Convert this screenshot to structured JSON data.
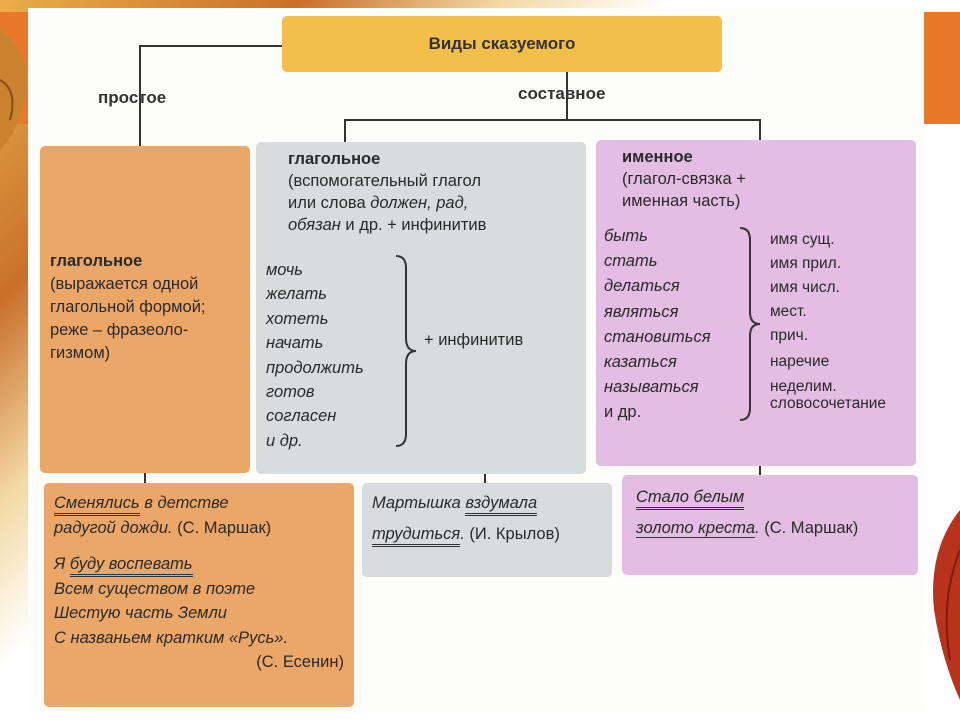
{
  "title": "Виды сказуемого",
  "branches": {
    "simple": "простое",
    "compound": "составное"
  },
  "simple_col": {
    "heading": "глагольное",
    "description": [
      "(выражается одной",
      "глагольной формой;",
      "реже – фразеоло-",
      "гизмом)"
    ]
  },
  "verbal_col": {
    "heading": "глагольное",
    "desc_line1": "(вспомогательный глагол",
    "desc_line2_pre": "или слова ",
    "desc_line2_it": "должен, рад,",
    "desc_line3_it": "обязан",
    "desc_line3_post": " и др. + инфинитив",
    "words": [
      "мочь",
      "желать",
      "хотеть",
      "начать",
      "продолжить",
      "готов",
      "согласен",
      "и др."
    ],
    "brace_label": "+ инфинитив"
  },
  "nominal_col": {
    "heading": "именное",
    "desc_line1": "(глагол-связка +",
    "desc_line2": "именная часть)",
    "verbs": [
      "быть",
      "стать",
      "делаться",
      "являться",
      "становиться",
      "казаться",
      "называться",
      "и др."
    ],
    "parts": [
      "имя сущ.",
      "имя прил.",
      "имя числ.",
      "мест.",
      "прич.",
      "наречие",
      "неделим.",
      "словосочетание"
    ]
  },
  "examples": {
    "simple_l1_pred": "Сменялись",
    "simple_l1_rest": " в детстве",
    "simple_l2": "радугой дожди.",
    "simple_l2_author": " (С. Маршак)",
    "simple_l3_pre": "Я ",
    "simple_l3_pred": "буду воспевать",
    "simple_l4": "Всем существом в поэте",
    "simple_l5": "Шестую часть Земли",
    "simple_l6": "С названьем кратким «Русь».",
    "simple_l7_author": "(С. Есенин)",
    "verbal_l1_pre": "Мартышка ",
    "verbal_l1_pred": "вздумала",
    "verbal_l2_pred": "трудиться",
    "verbal_l2_rest": ".",
    "verbal_l2_author": " (И. Крылов)",
    "nominal_l1_pred": "Стало белым",
    "nominal_l2_subj": "золото креста",
    "nominal_l2_rest": ".",
    "nominal_l2_author": " (С. Маршак)"
  }
}
